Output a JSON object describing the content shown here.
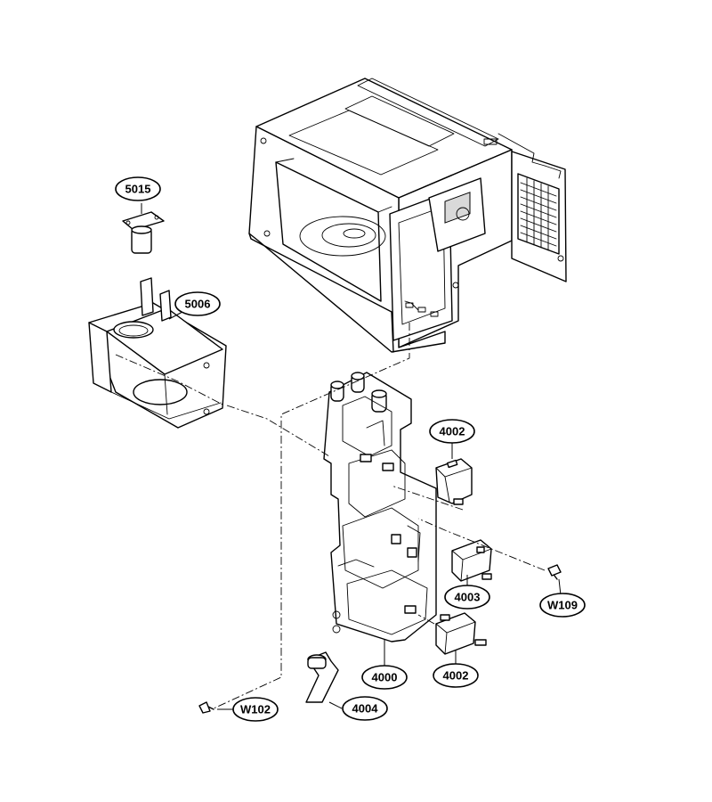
{
  "callouts": {
    "c5015": "5015",
    "c5006": "5006",
    "c4002a": "4002",
    "c4003": "4003",
    "cW109": "W109",
    "c4000": "4000",
    "c4002b": "4002",
    "c4004": "4004",
    "cW102": "W102"
  }
}
